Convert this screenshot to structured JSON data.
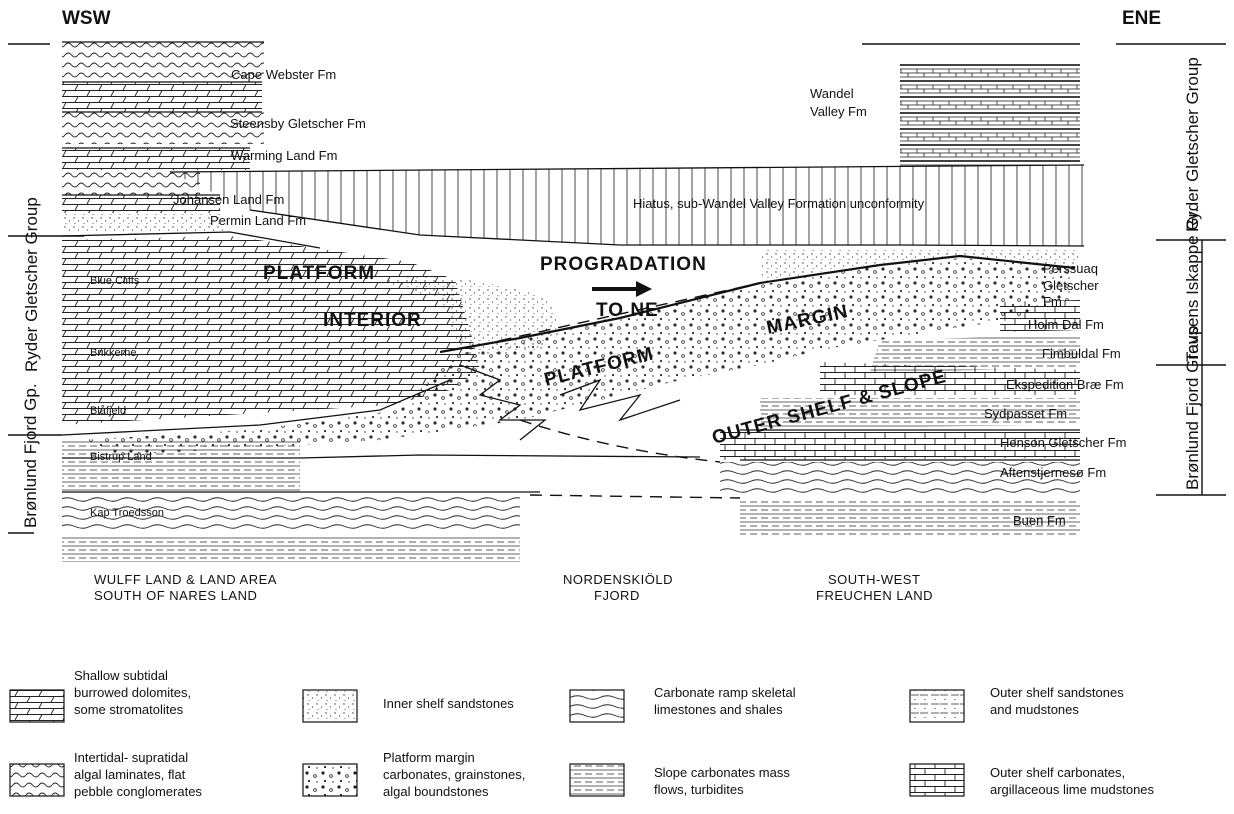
{
  "header": {
    "left": "WSW",
    "right": "ENE"
  },
  "groups": {
    "ryder_left": "Ryder   Gletscher   Group",
    "bronlund_left": "Brønlund Fjord Gp.",
    "ryder_right": "Ryder Gletscher Group",
    "tavsens_right": "Tavsens Iskappe Gr.",
    "bronlund_right": "Brønlund Fjord Group"
  },
  "west_formations": {
    "cape_webster": "Cape Webster Fm",
    "steensby": "Steensby Gletscher Fm",
    "warming": "Warming Land Fm",
    "johansen": "Johansen Land Fm",
    "permin": "Permin Land Fm"
  },
  "west_members": {
    "blue_cliffs": "Blue Cliffs",
    "brikkerne": "Brikkerne",
    "blafjeld": "Blåfjeld",
    "bistrup": "Bistrup Land",
    "kap_troedsson": "Kap Troedsson"
  },
  "east_formations": {
    "wandel_1": "Wandel",
    "wandel_2": "Valley Fm",
    "perssuaq_1": "Perssuaq",
    "perssuaq_2": "Gletscher",
    "perssuaq_3": "Fm",
    "holm_dal": "Holm Dal Fm",
    "fimbuldal": "Fimbuldal Fm",
    "ekspedition": "Ekspedition Bræ Fm",
    "sydpasset": "Sydpasset Fm",
    "henson": "Henson Gletscher Fm",
    "aftenstjernesø": "Aftenstjernesø Fm",
    "buen": "Buen Fm"
  },
  "facies_labels": {
    "hiatus": "Hiatus, sub-Wandel Valley Formation unconformity",
    "platform_1": "PLATFORM",
    "interior": "INTERIOR",
    "progradation": "PROGRADATION",
    "to_ne": "TO NE",
    "margin": "MARGIN",
    "platform_2": "PLATFORM",
    "outer_shelf_slope": "OUTER SHELF & SLOPE"
  },
  "regions": {
    "west_1": "WULFF LAND & LAND AREA",
    "west_2": "SOUTH OF NARES LAND",
    "central_1": "NORDENSKIÖLD",
    "central_2": "FJORD",
    "east_1": "SOUTH-WEST",
    "east_2": "FREUCHEN LAND"
  },
  "legend": [
    {
      "pattern": "dolomite",
      "lines": [
        "Shallow subtidal",
        "burrowed dolomites,",
        "some stromatolites"
      ]
    },
    {
      "pattern": "sand",
      "lines": [
        "Inner shelf sandstones"
      ]
    },
    {
      "pattern": "ramp",
      "lines": [
        "Carbonate ramp skeletal",
        "limestones and shales"
      ]
    },
    {
      "pattern": "outer_sand",
      "lines": [
        "Outer shelf sandstones",
        "and mudstones"
      ]
    },
    {
      "pattern": "algal",
      "lines": [
        "Intertidal- supratidal",
        "algal laminates, flat",
        "pebble conglomerates"
      ]
    },
    {
      "pattern": "grainstone",
      "lines": [
        "Platform margin",
        "carbonates, grainstones,",
        "algal boundstones"
      ]
    },
    {
      "pattern": "slope",
      "lines": [
        "Slope carbonates mass",
        "flows, turbidites"
      ]
    },
    {
      "pattern": "limestone",
      "lines": [
        "Outer shelf carbonates,",
        "argillaceous lime mudstones"
      ]
    }
  ]
}
